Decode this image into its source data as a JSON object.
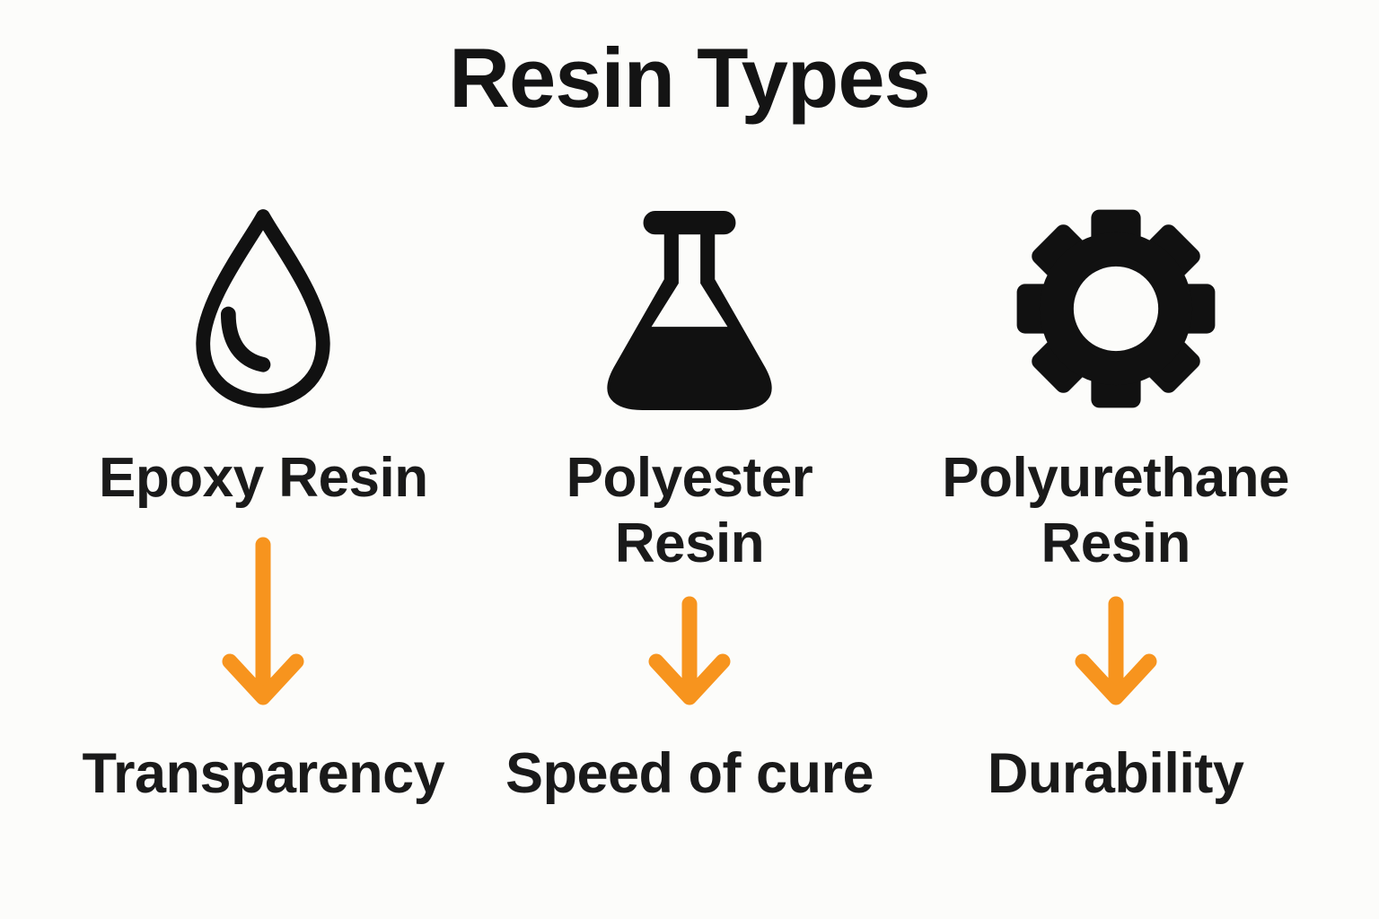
{
  "title": "Resin Types",
  "colors": {
    "background": "#FCFCFA",
    "ink": "#141414",
    "accent_orange": "#F7941E"
  },
  "columns": [
    {
      "icon": "water-drop-icon",
      "name": "Epoxy Resin",
      "arrow": "down-arrow-tall",
      "property": "Transparency"
    },
    {
      "icon": "flask-icon",
      "name": "Polyester\nResin",
      "arrow": "down-arrow-short",
      "property": "Speed of cure"
    },
    {
      "icon": "gear-icon",
      "name": "Polyurethane\nResin",
      "arrow": "down-arrow-short",
      "property": "Durability"
    }
  ]
}
